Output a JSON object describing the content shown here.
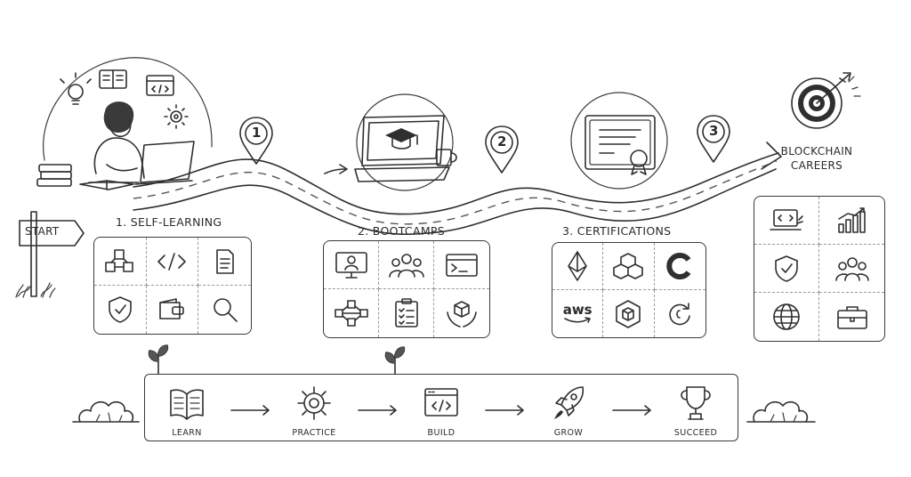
{
  "start": {
    "label": "START"
  },
  "goal": {
    "label_line1": "BLOCKCHAIN",
    "label_line2": "CAREERS"
  },
  "milestones": [
    {
      "number": "1",
      "title": "1. SELF-LEARNING"
    },
    {
      "number": "2",
      "title": "2. BOOTCAMPS"
    },
    {
      "number": "3",
      "title": "3. CERTIFICATIONS"
    }
  ],
  "self_learning_icons": [
    "blocks-icon",
    "code-icon",
    "document-icon",
    "shield-check-icon",
    "wallet-icon",
    "magnifier-icon"
  ],
  "bootcamp_icons": [
    "video-lesson-icon",
    "group-icon",
    "terminal-icon",
    "network-icon",
    "checklist-icon",
    "hands-cube-icon"
  ],
  "certification_icons": [
    "ethereum-icon",
    "cubes-icon",
    "c-logo-icon",
    "aws-logo-icon",
    "hexagon-cube-icon",
    "refresh-icon"
  ],
  "certification_text": {
    "aws": "aws"
  },
  "career_icons": [
    "laptop-code-icon",
    "bar-chart-icon",
    "shield-check-icon",
    "team-icon",
    "globe-icon",
    "briefcase-icon"
  ],
  "process": {
    "steps": [
      {
        "label": "LEARN",
        "icon": "open-book-icon"
      },
      {
        "label": "PRACTICE",
        "icon": "gear-icon"
      },
      {
        "label": "BUILD",
        "icon": "code-window-icon"
      },
      {
        "label": "GROW",
        "icon": "rocket-icon"
      },
      {
        "label": "SUCCEED",
        "icon": "trophy-icon"
      }
    ]
  }
}
